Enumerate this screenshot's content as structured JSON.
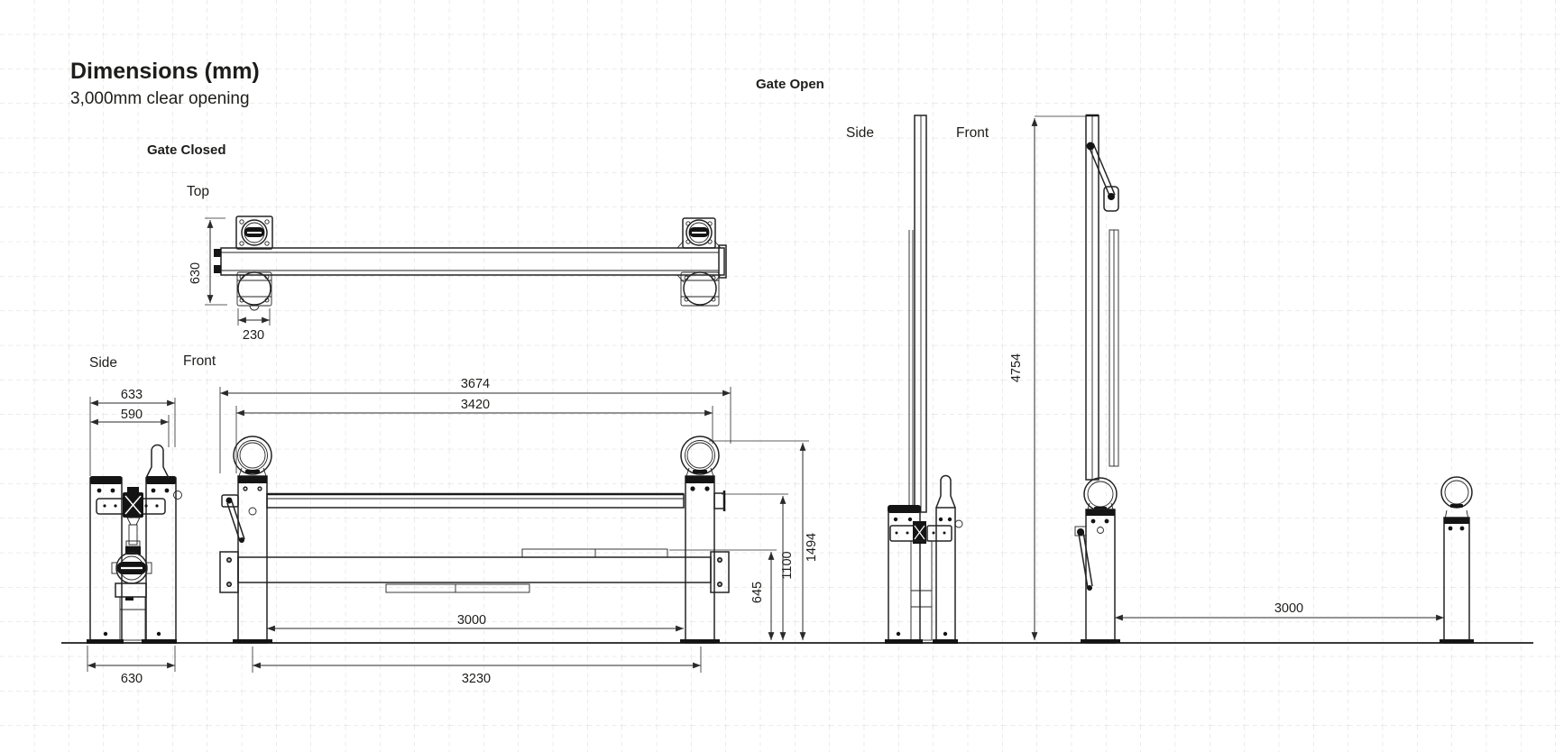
{
  "labels": {
    "title": "Dimensions (mm)",
    "subtitle": "3,000mm clear opening",
    "gate_closed": "Gate Closed",
    "gate_open": "Gate Open",
    "top": "Top",
    "side_closed": "Side",
    "front_closed": "Front",
    "side_open": "Side",
    "front_open": "Front"
  },
  "dims": {
    "top_height": "630",
    "top_hub_width": "230",
    "side_width_overall": "633",
    "side_width_body": "590",
    "side_base_width": "630",
    "front_width_overall": "3674",
    "front_width_frame": "3420",
    "clear_opening": "3000",
    "post_centres": "3230",
    "lower_rail_height": "645",
    "top_rail_height": "1100",
    "overall_height_closed": "1494",
    "overall_height_open": "4754",
    "clear_opening_open": "3000"
  },
  "colors": {
    "background": "#ffffff",
    "grid": "#dadada",
    "line": "#232323",
    "text": "#1d1d1b"
  }
}
